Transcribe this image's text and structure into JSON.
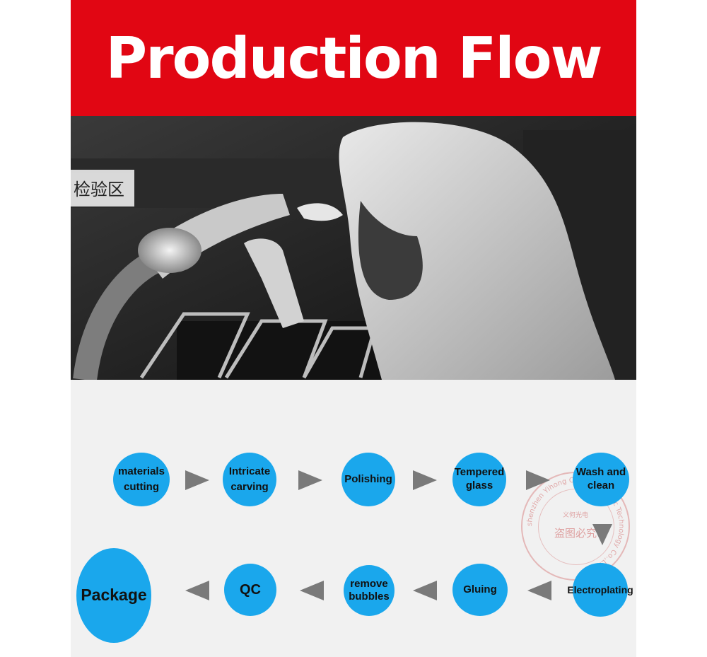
{
  "header": {
    "title": "Production Flow"
  },
  "photo": {
    "sign_text": "检验区"
  },
  "flow": {
    "steps": [
      {
        "line1": "materials",
        "line2": "cutting"
      },
      {
        "line1": "Intricate",
        "line2": "carving"
      },
      {
        "line1": "Polishing",
        "line2": ""
      },
      {
        "line1": "Tempered",
        "line2": "glass"
      },
      {
        "line1": "Wash and",
        "line2": "clean"
      },
      {
        "line1": "Electroplating",
        "line2": ""
      },
      {
        "line1": "Gluing",
        "line2": ""
      },
      {
        "line1": "remove",
        "line2": "bubbles"
      },
      {
        "line1": "QC",
        "line2": ""
      },
      {
        "line1": "Package",
        "line2": ""
      }
    ]
  },
  "watermark": {
    "ring_text": "shenzhen Yihong Opto-Electronic Technology Co.,Ltd",
    "name": "义何光电",
    "warning": "盗图必究"
  }
}
